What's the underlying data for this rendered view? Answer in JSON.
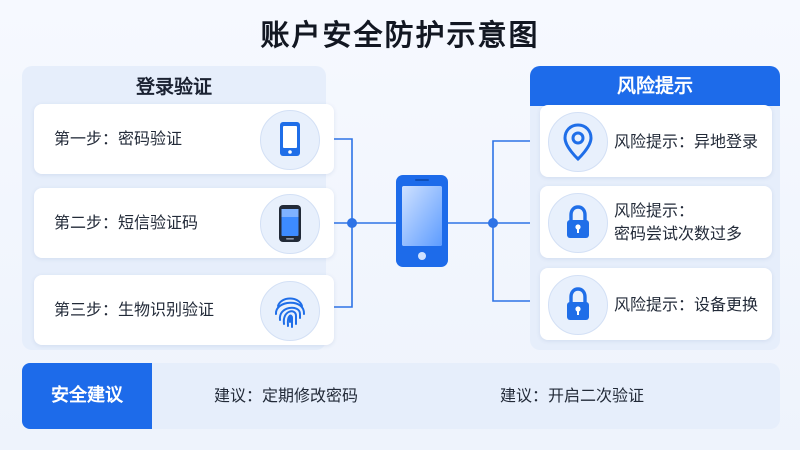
{
  "title": "账户安全防护示意图",
  "login_panel": {
    "title": "登录验证",
    "steps": [
      {
        "label": "第一步：密码验证",
        "icon": "phone-icon"
      },
      {
        "label": "第二步：短信验证码",
        "icon": "smartphone-icon"
      },
      {
        "label": "第三步：生物识别验证",
        "icon": "fingerprint-icon"
      }
    ]
  },
  "risk_panel": {
    "title": "风险提示",
    "items": [
      {
        "line1": "风险提示：异地登录",
        "line2": "",
        "icon": "location-pin-icon"
      },
      {
        "line1": "风险提示：",
        "line2": "密码尝试次数过多",
        "icon": "lock-icon"
      },
      {
        "line1": "风险提示：设备更换",
        "line2": "",
        "icon": "lock-icon"
      }
    ]
  },
  "advice": {
    "label": "安全建议",
    "items": [
      "建议：定期修改密码",
      "建议：开启二次验证"
    ]
  },
  "colors": {
    "accent": "#1d6bea",
    "panel_bg": "#e6eefb",
    "connector": "#2e73e6"
  }
}
